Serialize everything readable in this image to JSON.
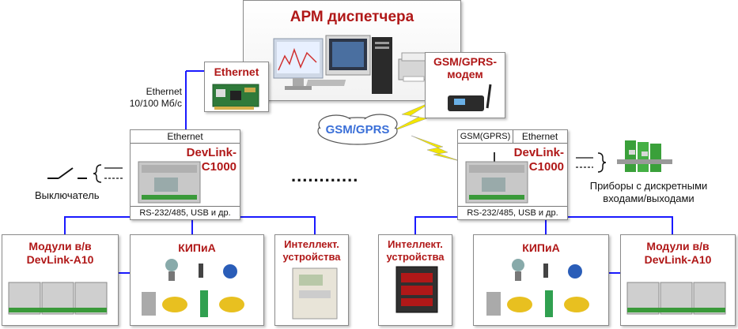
{
  "arm": {
    "title": "АРМ диспетчера"
  },
  "ethernet_card": {
    "title": "Ethernet"
  },
  "modem": {
    "title": "GSM/GPRS-\nмодем"
  },
  "eth_link": {
    "label": "Ethernet\n10/100 Мб/с"
  },
  "cloud": {
    "label": "GSM/GPRS"
  },
  "dots": {
    "text": "............"
  },
  "left_controller": {
    "header": "Ethernet",
    "name": "DevLink-\nC1000",
    "footer": "RS-232/485, USB и др."
  },
  "right_controller": {
    "header_left": "GSM(GPRS)",
    "header_right": "Ethernet",
    "name": "DevLink-\nC1000",
    "footer": "RS-232/485, USB и др."
  },
  "switch": {
    "label": "Выключатель"
  },
  "discrete": {
    "label": "Приборы с дискретными\nвходами/выходами"
  },
  "modules_left": {
    "title": "Модули в/в\nDevLink-A10"
  },
  "kipia_left": {
    "title": "КИПиА"
  },
  "intel_left": {
    "title": "Интеллект.\nустройства"
  },
  "intel_right": {
    "title": "Интеллект.\nустройства"
  },
  "kipia_right": {
    "title": "КИПиА"
  },
  "modules_right": {
    "title": "Модули в/в\nDevLink-A10"
  },
  "colors": {
    "accent_red": "#b01818",
    "link_blue": "#1a1aff",
    "lightning": "#f3e600",
    "cloud_text": "#3a6fd8"
  }
}
